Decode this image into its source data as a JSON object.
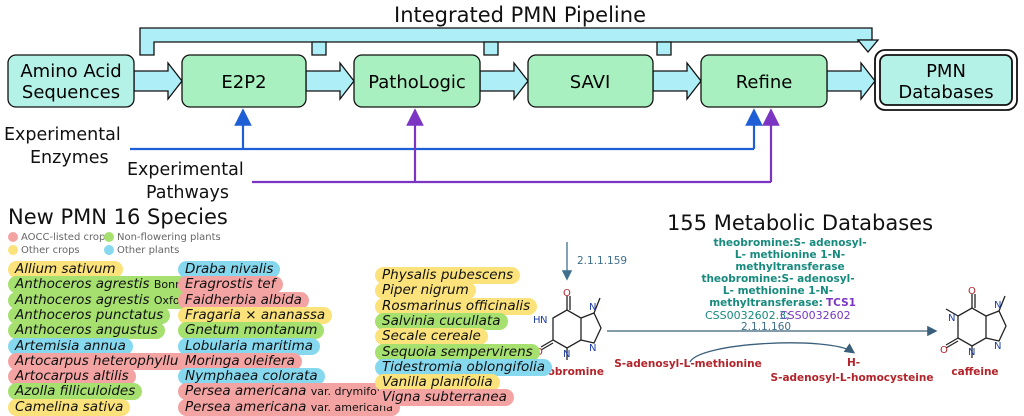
{
  "pipeline": {
    "title": "Integrated PMN Pipeline",
    "input": [
      "Amino Acid",
      "Sequences"
    ],
    "steps": [
      "E2P2",
      "PathoLogic",
      "SAVI",
      "Refine"
    ],
    "output": [
      "PMN",
      "Databases"
    ],
    "experimental_enzymes": [
      "Experimental",
      "Enzymes"
    ],
    "experimental_pathways": [
      "Experimental",
      "Pathways"
    ]
  },
  "species": {
    "title": "New PMN 16 Species",
    "legend": [
      "AOCC-listed crops",
      "Other crops",
      "Non-flowering plants",
      "Other plants"
    ],
    "column1": [
      {
        "name": "Allium sativum",
        "suffix": "",
        "cat": "other"
      },
      {
        "name": "Anthoceros agrestis",
        "suffix": "Bonn",
        "cat": "nonflow"
      },
      {
        "name": "Anthoceros agrestis",
        "suffix": "Oxford",
        "cat": "nonflow"
      },
      {
        "name": "Anthoceros punctatus",
        "suffix": "",
        "cat": "nonflow"
      },
      {
        "name": "Anthoceros angustus",
        "suffix": "",
        "cat": "nonflow"
      },
      {
        "name": "Artemisia annua",
        "suffix": "",
        "cat": "plant"
      },
      {
        "name": "Artocarpus heterophyllus",
        "suffix": "",
        "cat": "crop"
      },
      {
        "name": "Artocarpus altilis",
        "suffix": "",
        "cat": "crop"
      },
      {
        "name": "Azolla filliculoides",
        "suffix": "",
        "cat": "nonflow"
      },
      {
        "name": "Camelina sativa",
        "suffix": "",
        "cat": "other"
      }
    ],
    "column2": [
      {
        "name": "Draba nivalis",
        "suffix": "",
        "cat": "plant"
      },
      {
        "name": "Eragrostis tef",
        "suffix": "",
        "cat": "crop"
      },
      {
        "name": "Faidherbia albida",
        "suffix": "",
        "cat": "crop"
      },
      {
        "name": "Fragaria × ananassa",
        "suffix": "",
        "cat": "other"
      },
      {
        "name": "Gnetum montanum",
        "suffix": "",
        "cat": "nonflow"
      },
      {
        "name": "Lobularia maritima",
        "suffix": "",
        "cat": "plant"
      },
      {
        "name": "Moringa oleifera",
        "suffix": "",
        "cat": "crop"
      },
      {
        "name": "Nymphaea colorata",
        "suffix": "",
        "cat": "plant"
      },
      {
        "name": "Persea americana",
        "suffix": "var. drymifolia",
        "cat": "crop"
      },
      {
        "name": "Persea americana",
        "suffix": "var. americana",
        "cat": "crop"
      }
    ],
    "column3": [
      {
        "name": "Physalis pubescens",
        "suffix": "",
        "cat": "other"
      },
      {
        "name": "Piper nigrum",
        "suffix": "",
        "cat": "other"
      },
      {
        "name": "Rosmarinus officinalis",
        "suffix": "",
        "cat": "other"
      },
      {
        "name": "Salvinia cucullata",
        "suffix": "",
        "cat": "nonflow"
      },
      {
        "name": "Secale cereale",
        "suffix": "",
        "cat": "other"
      },
      {
        "name": "Sequoia sempervirens",
        "suffix": "",
        "cat": "nonflow"
      },
      {
        "name": "Tidestromia oblongifolia",
        "suffix": "",
        "cat": "plant"
      },
      {
        "name": "Vanilla planifolia",
        "suffix": "",
        "cat": "other"
      },
      {
        "name": "Vigna subterranea",
        "suffix": "",
        "cat": "crop"
      }
    ]
  },
  "reaction": {
    "title": "155 Metabolic Databases",
    "ec_top": "2.1.1.159",
    "enzyme_lines": [
      "theobromine:S- adenosyl-",
      "L- methionine 1-N-",
      "methyltransferase",
      "theobromine:S- adenosyl-",
      "L- methionine 1-N-",
      "methyltransferase:"
    ],
    "tcs": "TCS1",
    "css_a": "CSS0032602.3;",
    "css_b": "CSS0032602",
    "ec_mid": "2.1.1.160",
    "substrate": "theobromine",
    "cosubstrate": "S-adenosyl-L-methionine",
    "coproduct_h": "H-",
    "coproduct": "S-adenosyl-L-homocysteine",
    "product": "caffeine",
    "mol_labels": {
      "O": "O",
      "N": "N",
      "H": "H"
    }
  },
  "colors": {
    "pipe_fill": "#aeeef6",
    "step_fill": "#a8f0c0",
    "box_fill": "#b4f2e8",
    "blue": "#1f5fd6",
    "purple": "#7b35c2",
    "teal": "#178a7e",
    "red": "#b2232a",
    "crop": "#f4a3a3",
    "other": "#fbe27a",
    "nonflow": "#a6e06f",
    "plant": "#86d8ef"
  }
}
